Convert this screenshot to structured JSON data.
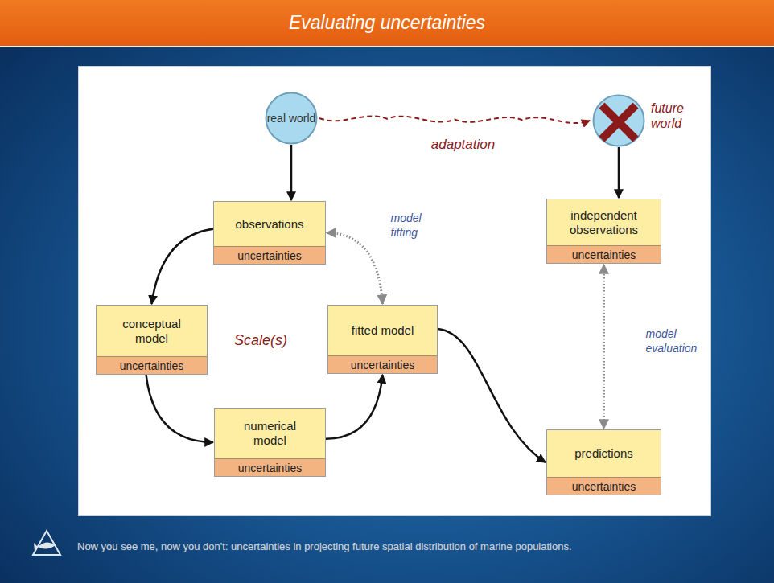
{
  "diagram": {
    "title": "Evaluating uncertainties",
    "caption": "Now you see me, now you don't: uncertainties in projecting future spatial distribution of marine populations.",
    "nodes": [
      {
        "text": [
          "real world"
        ]
      },
      {
        "text": [
          "future world"
        ]
      },
      {
        "text": [
          "observations",
          "uncertainties"
        ]
      },
      {
        "text": [
          "independent observations",
          "uncertainties"
        ]
      },
      {
        "text": [
          "conceptual model",
          "uncertainties"
        ]
      },
      {
        "text": [
          "fitted model",
          "uncertainties"
        ]
      },
      {
        "text": [
          "numerical model",
          "uncertainties"
        ]
      },
      {
        "text": [
          "predictions",
          "uncertainties"
        ]
      }
    ],
    "edges": [
      {
        "from": 0,
        "to": 2,
        "arrow": "to"
      },
      {
        "from": 1,
        "to": 3,
        "arrow": "to"
      },
      {
        "from": 0,
        "to": 1,
        "label": "adaptation",
        "arrow": "to"
      },
      {
        "from": 2,
        "to": 4,
        "arrow": "to"
      },
      {
        "from": 4,
        "to": 6,
        "arrow": "to"
      },
      {
        "from": 6,
        "to": 5,
        "arrow": "to"
      },
      {
        "from": 5,
        "to": 2,
        "label": "model fitting",
        "arrow": "both"
      },
      {
        "from": 5,
        "to": 7,
        "arrow": "to"
      },
      {
        "from": 3,
        "to": 7,
        "label": "model evaluation",
        "arrow": "both"
      }
    ],
    "labels": [
      "Scale(s)"
    ]
  }
}
